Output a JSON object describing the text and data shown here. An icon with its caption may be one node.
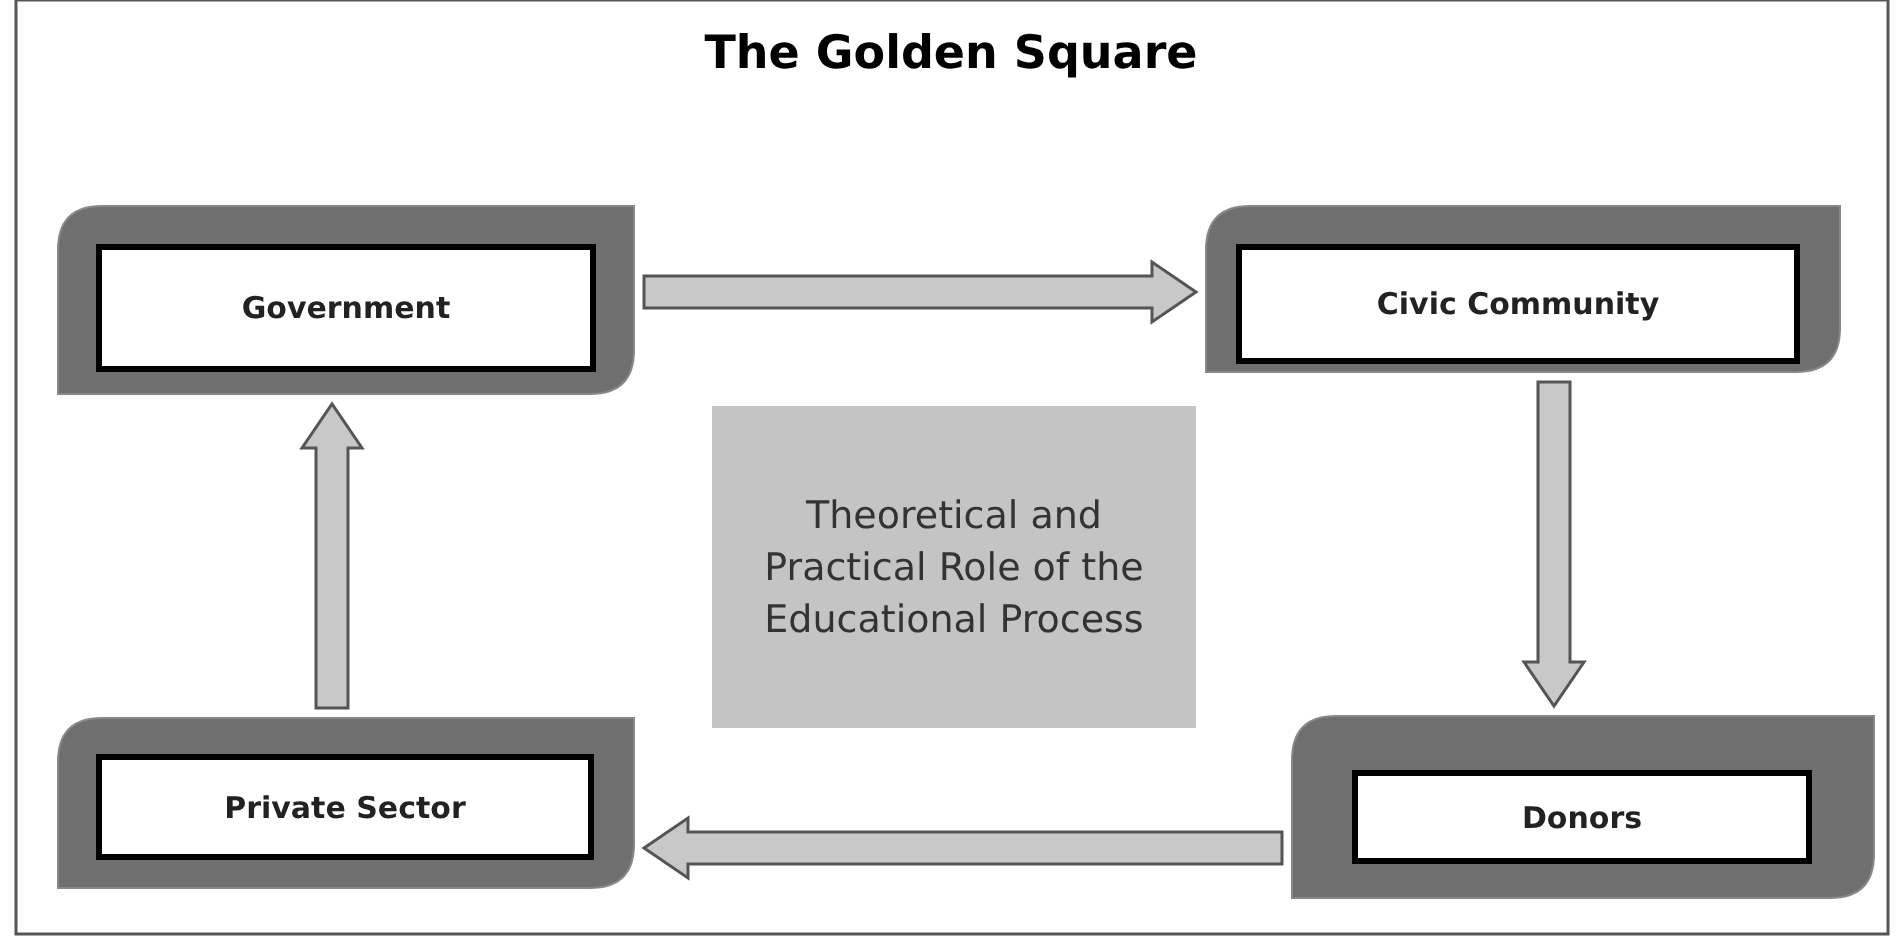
{
  "diagram": {
    "title": "The Golden Square",
    "nodes": [
      {
        "text": [
          "Government"
        ]
      },
      {
        "text": [
          "Civic Community"
        ]
      },
      {
        "text": [
          "Donors"
        ]
      },
      {
        "text": [
          "Private Sector"
        ]
      },
      {
        "text": [
          "Theoretical and Practical Role of the Educational Process"
        ]
      }
    ],
    "edges": [
      {
        "from": 0,
        "to": 1,
        "arrow": "to"
      },
      {
        "from": 1,
        "to": 2,
        "arrow": "to"
      },
      {
        "from": 2,
        "to": 3,
        "arrow": "to"
      },
      {
        "from": 3,
        "to": 0,
        "arrow": "to"
      }
    ]
  }
}
